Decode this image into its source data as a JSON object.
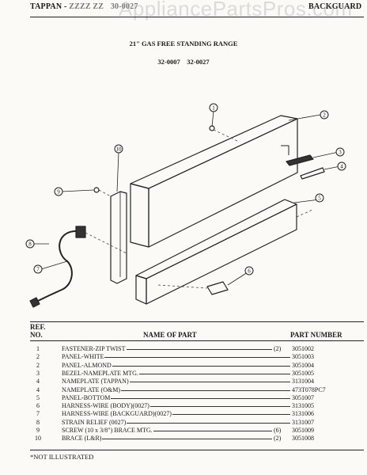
{
  "header": {
    "brand": "TAPPAN - ",
    "brand_obscured": "ZZZZ ZZ",
    "model_obscured": "30-0027",
    "section": "BACKGUARD",
    "watermark": "AppliancePartsPros.com"
  },
  "title": {
    "line1": "21\" GAS FREE STANDING RANGE",
    "line2": "32-0007    32-0027"
  },
  "diagram": {
    "callouts": [
      "1",
      "2",
      "3",
      "4",
      "5",
      "6",
      "7",
      "8",
      "9",
      "10"
    ]
  },
  "table": {
    "headers": {
      "ref": "REF.",
      "no": "NO.",
      "name": "NAME OF PART",
      "part": "PART NUMBER"
    },
    "rows": [
      {
        "ref": "1",
        "name": "FASTENER-ZIP TWIST",
        "qty": "(2)",
        "part": "3051002"
      },
      {
        "ref": "2",
        "name": "PANEL-WHITE",
        "qty": "",
        "part": "3051003"
      },
      {
        "ref": "2",
        "name": "PANEL-ALMOND",
        "qty": "",
        "part": "3051004"
      },
      {
        "ref": "3",
        "name": "BEZEL-NAMEPLATE MTG.",
        "qty": "",
        "part": "3051005"
      },
      {
        "ref": "4",
        "name": "NAMEPLATE (TAPPAN)",
        "qty": "",
        "part": "3131004"
      },
      {
        "ref": "4",
        "name": "NAMEPLATE (O&M)",
        "qty": "",
        "part": "473T078PC7"
      },
      {
        "ref": "5",
        "name": "PANEL-BOTTOM",
        "qty": "",
        "part": "3051007"
      },
      {
        "ref": "6",
        "name": "HARNESS-WIRE (BODY)(0027)",
        "qty": "",
        "part": "3131005"
      },
      {
        "ref": "7",
        "name": "HARNESS-WIRE (BACKGUARD)(0027)",
        "qty": "",
        "part": "3131006"
      },
      {
        "ref": "8",
        "name": "STRAIN RELIEF (0027)",
        "qty": "",
        "part": "3131007"
      },
      {
        "ref": "9",
        "name": "SCREW (10 x 3/8\") BRACE MTG.",
        "qty": "(6)",
        "part": "3051009"
      },
      {
        "ref": "10",
        "name": "BRACE (L&R)",
        "qty": "(2)",
        "part": "3051008"
      }
    ]
  },
  "footer": {
    "note": "*NOT ILLUSTRATED"
  }
}
